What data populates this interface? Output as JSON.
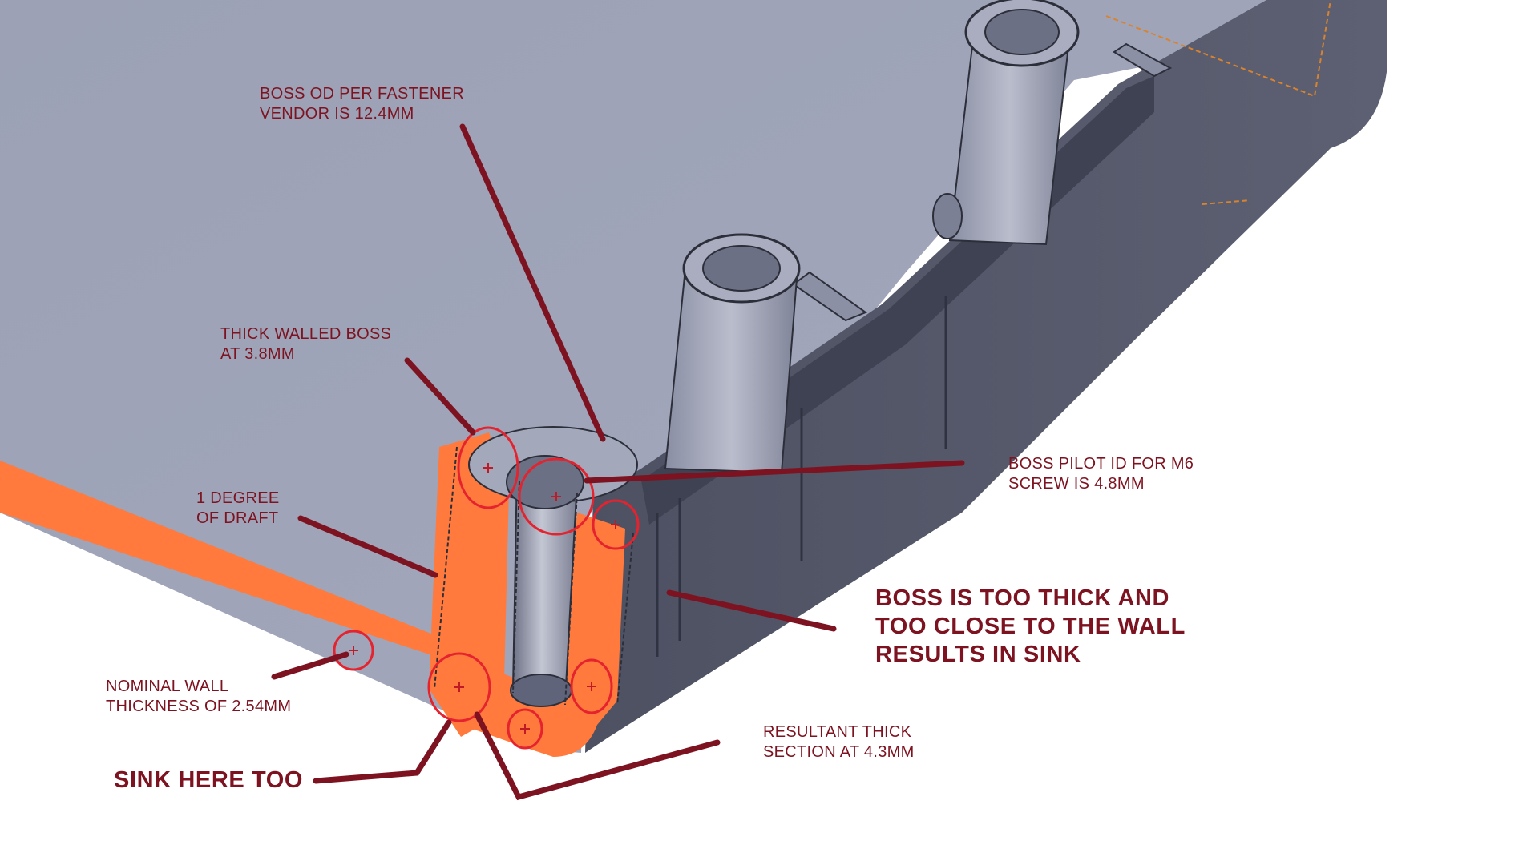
{
  "callouts": {
    "boss_od": {
      "lines": [
        "BOSS OD PER FASTENER",
        "VENDOR IS 12.4MM"
      ]
    },
    "thick_walled": {
      "lines": [
        "THICK WALLED BOSS",
        "AT 3.8MM"
      ]
    },
    "draft": {
      "lines": [
        "1 DEGREE",
        "OF DRAFT"
      ]
    },
    "pilot_id": {
      "lines": [
        "BOSS PILOT ID FOR M6",
        "SCREW IS 4.8MM"
      ]
    },
    "too_thick": {
      "lines": [
        "BOSS IS TOO  THICK AND",
        "TOO CLOSE TO THE WALL",
        "RESULTS IN SINK"
      ]
    },
    "nominal_wall": {
      "lines": [
        "NOMINAL WALL",
        "THICKNESS OF 2.54MM"
      ]
    },
    "resultant": {
      "lines": [
        "RESULTANT THICK",
        "SECTION AT 4.3MM"
      ]
    },
    "sink_too": {
      "lines": [
        "SINK HERE TOO"
      ]
    }
  },
  "colors": {
    "part_top": "#9ea3b8",
    "part_side": "#54586a",
    "part_dark": "#3d4050",
    "section_orange": "#ff7a3c",
    "annotation": "#7d1320",
    "circle_red": "#e4232f"
  }
}
